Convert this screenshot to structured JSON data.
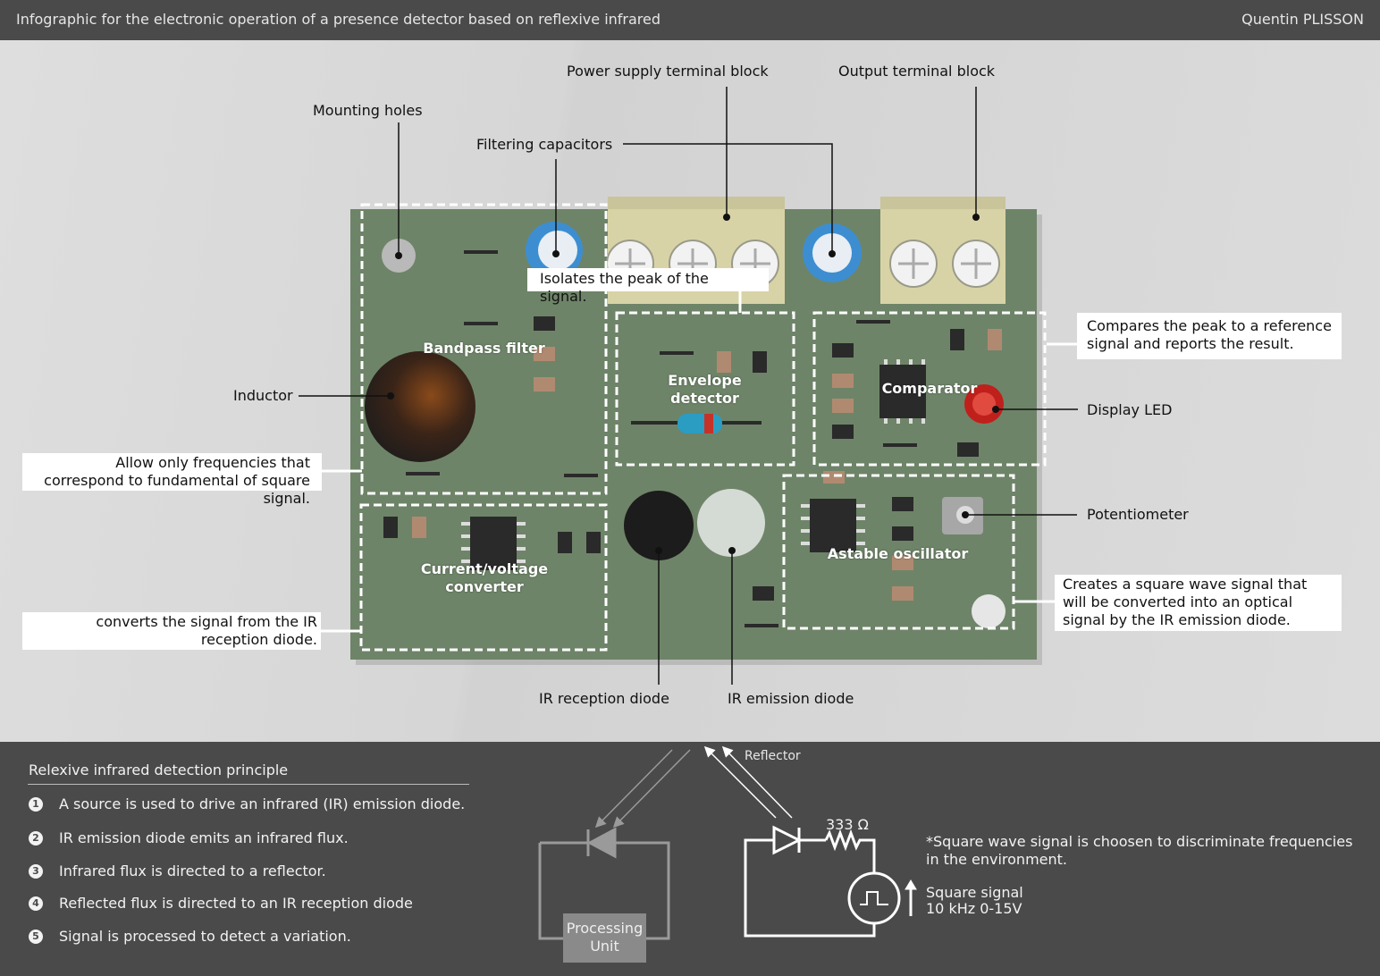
{
  "header": {
    "title": "Infographic for the electronic operation of a presence detector based on reflexive infrared",
    "author": "Quentin PLISSON"
  },
  "callouts": {
    "mounting_holes": "Mounting holes",
    "filtering_capacitors": "Filtering capacitors",
    "power_supply_terminal": "Power supply terminal block",
    "output_terminal": "Output terminal block",
    "inductor": "Inductor",
    "display_led": "Display LED",
    "potentiometer": "Potentiometer",
    "ir_reception_diode": "IR reception diode",
    "ir_emission_diode": "IR emission diode"
  },
  "blocks": {
    "bandpass_filter": "Bandpass filter",
    "envelope_detector": "Envelope detector",
    "comparator": "Comparator",
    "current_voltage_converter": "Current/voltage converter",
    "astable_oscillator": "Astable oscillator"
  },
  "descriptions": {
    "envelope": "Isolates the peak of the signal.",
    "comparator": "Compares the peak to a reference signal and reports the result.",
    "bandpass": "Allow only frequencies that correspond to fundamental of square signal.",
    "converter": "converts the signal from the IR reception diode.",
    "oscillator": "Creates a square wave signal that will be converted into an optical signal by the IR emission diode."
  },
  "principle": {
    "title": "Relexive infrared detection principle",
    "steps": [
      {
        "num": "1",
        "text": "A source is used to drive an infrared (IR) emission diode."
      },
      {
        "num": "2",
        "text": "IR emission diode emits an infrared flux."
      },
      {
        "num": "3",
        "text": "Infrared flux is directed to a reflector."
      },
      {
        "num": "4",
        "text": "Reflected flux is directed to an IR reception diode"
      },
      {
        "num": "5",
        "text": "Signal is processed to detect a variation."
      }
    ]
  },
  "schematic": {
    "reflector": "Reflector",
    "resistor": "333 Ω",
    "processing_unit": "Processing Unit",
    "signal_line1": "Square signal",
    "signal_line2": "10 kHz 0-15V",
    "note": "*Square wave signal is choosen to discriminate frequencies in the environment."
  },
  "colors": {
    "band": "#4a4a4a",
    "board": "#6e8468",
    "terminal": "#d8d3a6",
    "capacitor": "#3d8ed1",
    "led": "#c0201c"
  }
}
